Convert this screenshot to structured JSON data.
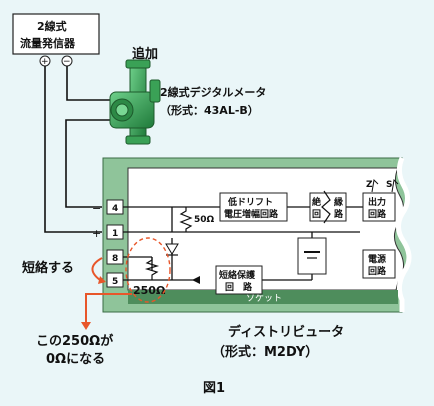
{
  "transmitter": {
    "line1": "2線式",
    "line2": "流量発信器",
    "plus": "+",
    "minus": "−"
  },
  "meter": {
    "add_label": "追加",
    "name": "2線式デジタルメータ",
    "model": "（形式：43AL-B）"
  },
  "distributor": {
    "name": "ディストリビュータ",
    "model": "（形式：M2DY）",
    "socket_label": "ソケット",
    "terminals": [
      "4",
      "1",
      "8",
      "5"
    ],
    "terminal_signs": [
      "−",
      "+"
    ],
    "resistor_50": "50Ω",
    "resistor_250": "250Ω",
    "blocks": {
      "amp_line1": "低ドリフト",
      "amp_line2": "電圧増幅回路",
      "iso_1": "絶",
      "iso_2": "回",
      "iso_3": "縁",
      "iso_4": "路",
      "out_line1": "出力",
      "out_line2": "回路",
      "psu_line1": "電源",
      "psu_line2": "回路",
      "short_prot_line1": "短絡保護",
      "short_prot_line2": "回　路"
    },
    "z_label": "Z",
    "s_label": "S"
  },
  "annotations": {
    "short_label": "短絡する",
    "note_line1": "この250Ωが",
    "note_line2": "0Ωになる"
  },
  "figure_caption": "図1"
}
